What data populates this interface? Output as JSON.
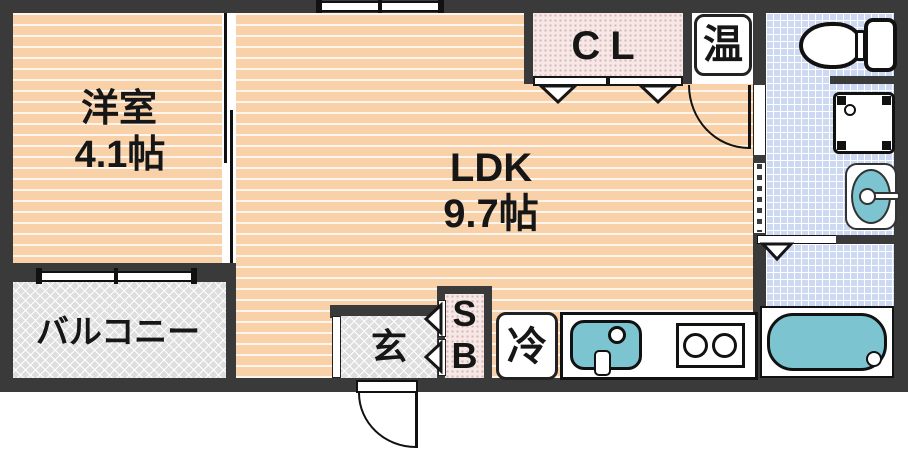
{
  "plan": {
    "rooms": {
      "western_room": {
        "label": "洋室",
        "size": "4.1帖"
      },
      "ldk": {
        "label": "LDK",
        "size": "9.7帖"
      },
      "balcony": {
        "label": "バルコニー"
      },
      "entrance": {
        "label": "玄"
      },
      "closet": {
        "label": "CL"
      },
      "water_heater": {
        "label": "温"
      },
      "refrigerator": {
        "label": "冷"
      },
      "shoe_box": {
        "letter_top": "S",
        "letter_bottom": "B"
      }
    },
    "fixtures": {
      "toilet": "toilet-icon",
      "washing_machine": "washing-machine-pan-icon",
      "washbasin": "washbasin-icon",
      "bathtub": "bathtub-icon",
      "kitchen_sink": "kitchen-sink-icon",
      "stove": "two-burner-stove-icon"
    },
    "colors": {
      "wall": "#3a3a3a",
      "floor": "#f8d1a9",
      "tile": "#cdd9f2",
      "fixture_teal": "#7cc4d0",
      "balcony": "#dedede",
      "closet_fill": "#f6e8e6"
    }
  }
}
